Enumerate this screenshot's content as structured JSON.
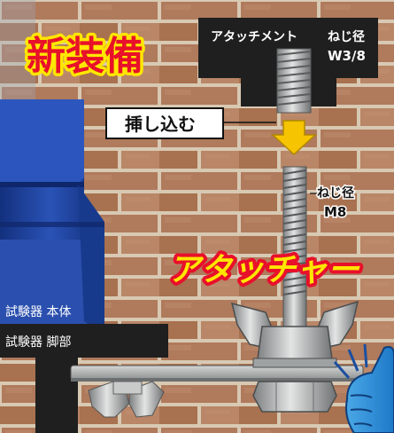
{
  "headline": "新装備",
  "attachment_block": {
    "label": "アタッチメント",
    "thread_label": "ねじ径",
    "thread_size": "W3/8"
  },
  "insert_label": "挿し込む",
  "bolt": {
    "thread_label": "ねじ径",
    "thread_size": "M8"
  },
  "product_name": "アタッチャー",
  "parts": {
    "body_label": "試験器 本体",
    "leg_label": "試験器 脚部"
  },
  "colors": {
    "headline_fill": "#e8102a",
    "headline_stroke": "#ffe600",
    "product_fill": "#ffe600",
    "product_stroke": "#e8102a",
    "arrow": "#f6c400",
    "dark_block": "#1f1f1f",
    "blue_body": "#1f3f9a",
    "brick": "#b0785a",
    "mortar": "#d9cbb7",
    "metal": "#a9abab"
  }
}
